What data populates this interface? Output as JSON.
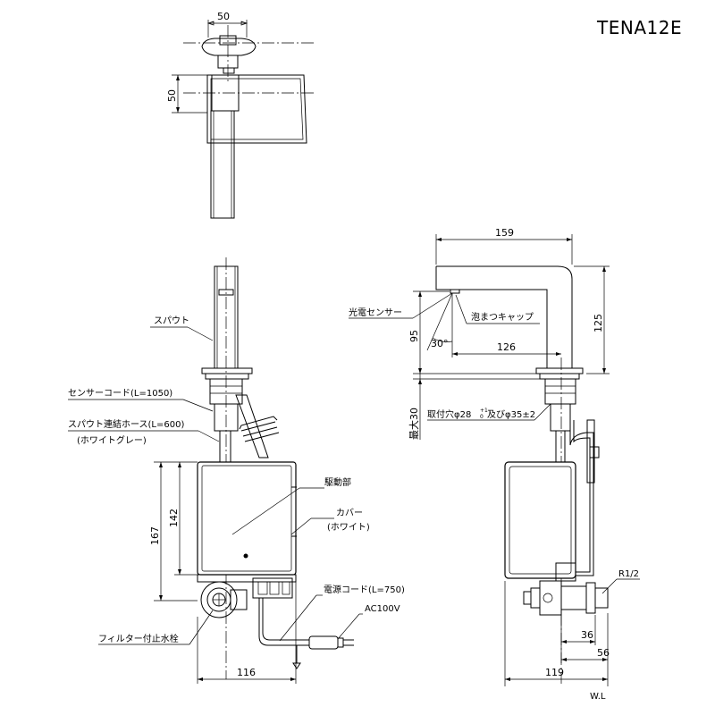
{
  "title": "TENA12E",
  "dimensions": {
    "top_width": "50",
    "top_depth": "50",
    "front_height_167": "167",
    "front_height_142": "142",
    "front_width": "116",
    "side_spout_length": "159",
    "side_height_125": "125",
    "side_height_95": "95",
    "side_sensor_dist": "126",
    "side_angle": "30°",
    "side_max_thickness": "最大30",
    "side_depth": "119",
    "side_pipe_36": "36",
    "side_pipe_56": "56"
  },
  "labels": {
    "spout": "スパウト",
    "sensor_cord": "センサーコード(L=1050)",
    "spout_hose": "スパウト連結ホース(L=600)",
    "hose_color": "(ホワイトグレー)",
    "drive_unit": "駆動部",
    "cover": "カバー",
    "cover_color": "(ホワイト)",
    "power_cord": "電源コード(L=750)",
    "voltage": "AC100V",
    "filter_valve": "フィルター付止水栓",
    "photo_sensor": "光電センサー",
    "aerator_cap": "泡まつキャップ",
    "mount_hole": "取付穴φ28",
    "mount_hole_tol_up": "+1",
    "mount_hole_tol_down": "0",
    "mount_hole_alt": "及びφ35±2",
    "thread": "R1/2",
    "water_level": "W.L"
  }
}
